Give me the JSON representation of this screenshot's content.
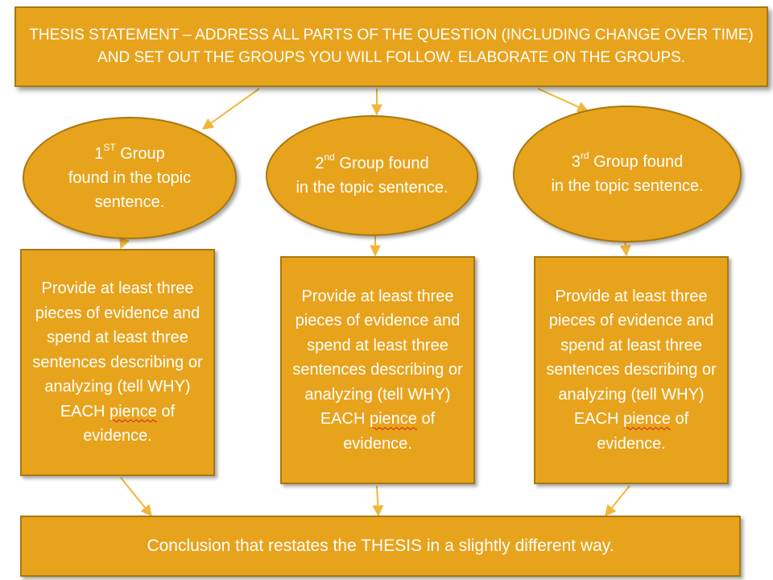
{
  "thesis": {
    "text": "THESIS STATEMENT – ADDRESS ALL PARTS OF THE QUESTION (INCLUDING CHANGE OVER TIME) AND SET OUT THE GROUPS YOU WILL FOLLOW. ELABORATE ON THE GROUPS."
  },
  "groups": [
    {
      "num": "1",
      "suffix": "ST",
      "line1_rest": " Group",
      "rest": "found in the topic sentence."
    },
    {
      "num": "2",
      "suffix": "nd",
      "line1_rest": " Group found",
      "rest": "in the topic sentence."
    },
    {
      "num": "3",
      "suffix": "rd",
      "line1_rest": " Group found",
      "rest": "in the topic sentence."
    }
  ],
  "evidence": {
    "before": "Provide at least three pieces of evidence and spend at least three sentences describing or analyzing (tell WHY) EACH ",
    "misspelled": "pience",
    "after": " of evidence."
  },
  "conclusion": {
    "text": "Conclusion that restates the THESIS in a slightly different way."
  },
  "colors": {
    "box_fill": "#e8a31c",
    "box_border": "#a8780f",
    "text": "#ffffff",
    "connector": "#f2b53a",
    "spellcheck_underline": "#d02020"
  }
}
